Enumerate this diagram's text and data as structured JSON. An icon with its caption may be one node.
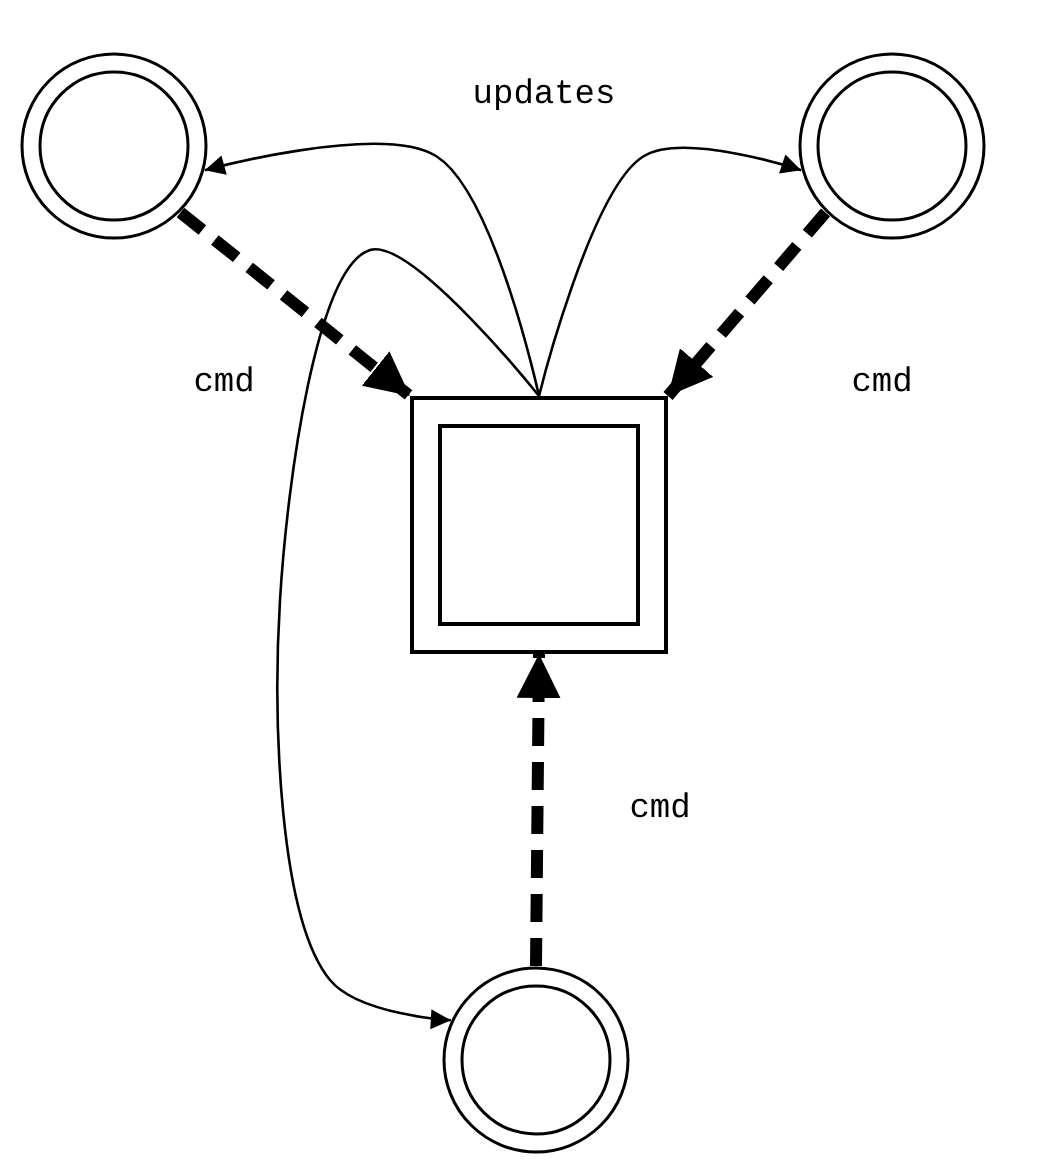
{
  "diagram": {
    "nodes": [
      {
        "text": [],
        "shape": "circle"
      },
      {
        "text": [],
        "shape": "circle"
      },
      {
        "text": [],
        "shape": "box"
      },
      {
        "text": [],
        "shape": "circle"
      }
    ],
    "edges": [
      {
        "from": 0,
        "to": 2,
        "arrow": "to",
        "label": "cmd",
        "style": "dashed"
      },
      {
        "from": 1,
        "to": 2,
        "arrow": "to",
        "label": "cmd",
        "style": "dashed"
      },
      {
        "from": 3,
        "to": 2,
        "arrow": "to",
        "label": "cmd",
        "style": "dashed"
      },
      {
        "from": 2,
        "to": 0,
        "arrow": "to",
        "label": "updates"
      },
      {
        "from": 2,
        "to": 1,
        "arrow": "to"
      },
      {
        "from": 2,
        "to": 3,
        "arrow": "to"
      }
    ]
  }
}
